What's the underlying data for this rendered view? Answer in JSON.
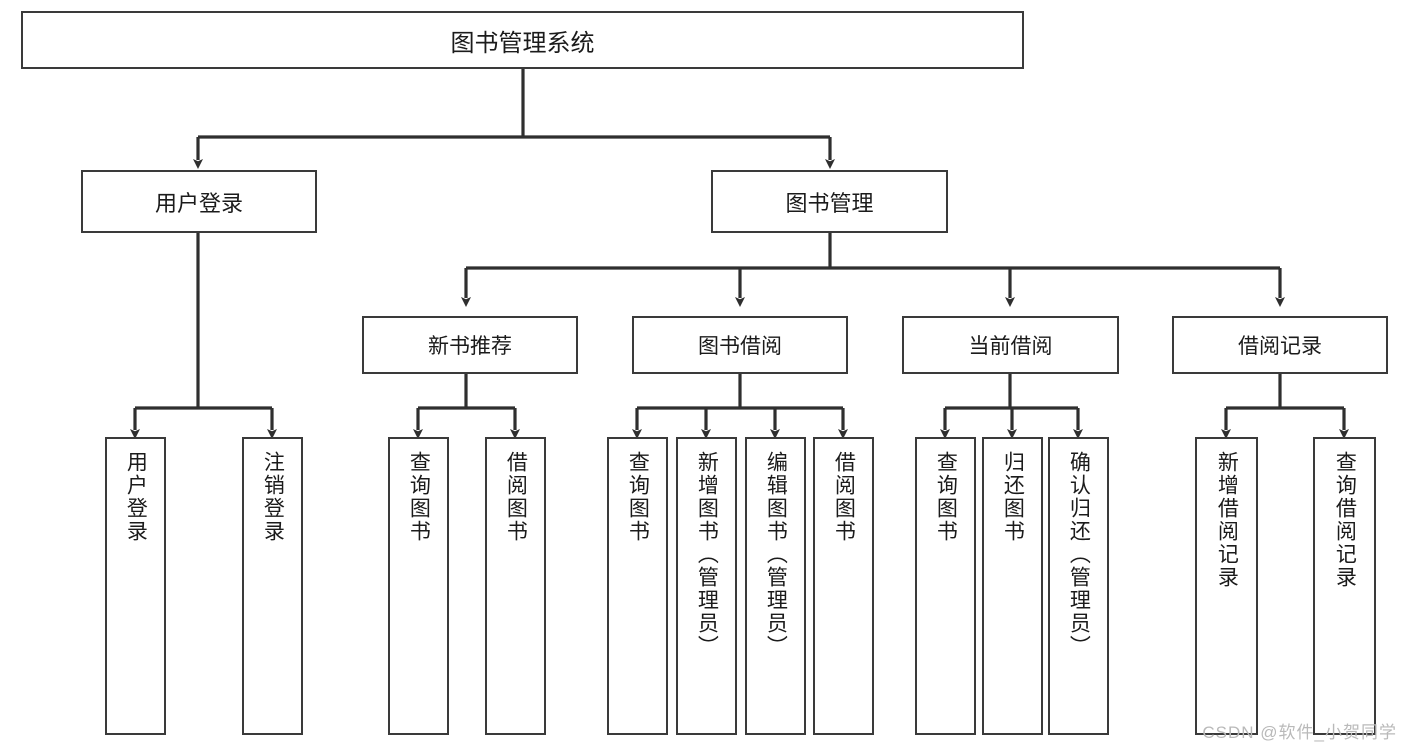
{
  "diagram": {
    "type": "tree",
    "title": "图书管理系统",
    "root": {
      "label": "图书管理系统"
    },
    "level1": [
      {
        "label": "用户登录"
      },
      {
        "label": "图书管理"
      }
    ],
    "level2": [
      {
        "label": "新书推荐",
        "parent": "图书管理"
      },
      {
        "label": "图书借阅",
        "parent": "图书管理"
      },
      {
        "label": "当前借阅",
        "parent": "图书管理"
      },
      {
        "label": "借阅记录",
        "parent": "图书管理"
      }
    ],
    "leaves": {
      "user_login": [
        {
          "label": "用户登录"
        },
        {
          "label": "注销登录"
        }
      ],
      "new_book_recommend": [
        {
          "label": "查询图书"
        },
        {
          "label": "借阅图书"
        }
      ],
      "book_borrow": [
        {
          "label": "查询图书"
        },
        {
          "label": "新增图书（管理员）"
        },
        {
          "label": "编辑图书（管理员）"
        },
        {
          "label": "借阅图书"
        }
      ],
      "current_borrow": [
        {
          "label": "查询图书"
        },
        {
          "label": "归还图书"
        },
        {
          "label": "确认归还（管理员）"
        }
      ],
      "borrow_record": [
        {
          "label": "新增借阅记录"
        },
        {
          "label": "查询借阅记录"
        }
      ]
    }
  },
  "watermark": {
    "text": "CSDN @软件_小贺同学"
  },
  "colors": {
    "box_border": "#3a3a3a",
    "line": "#2f2f2f",
    "background": "#ffffff",
    "text": "#1b1b1b",
    "watermark": "#b9b9b9"
  }
}
